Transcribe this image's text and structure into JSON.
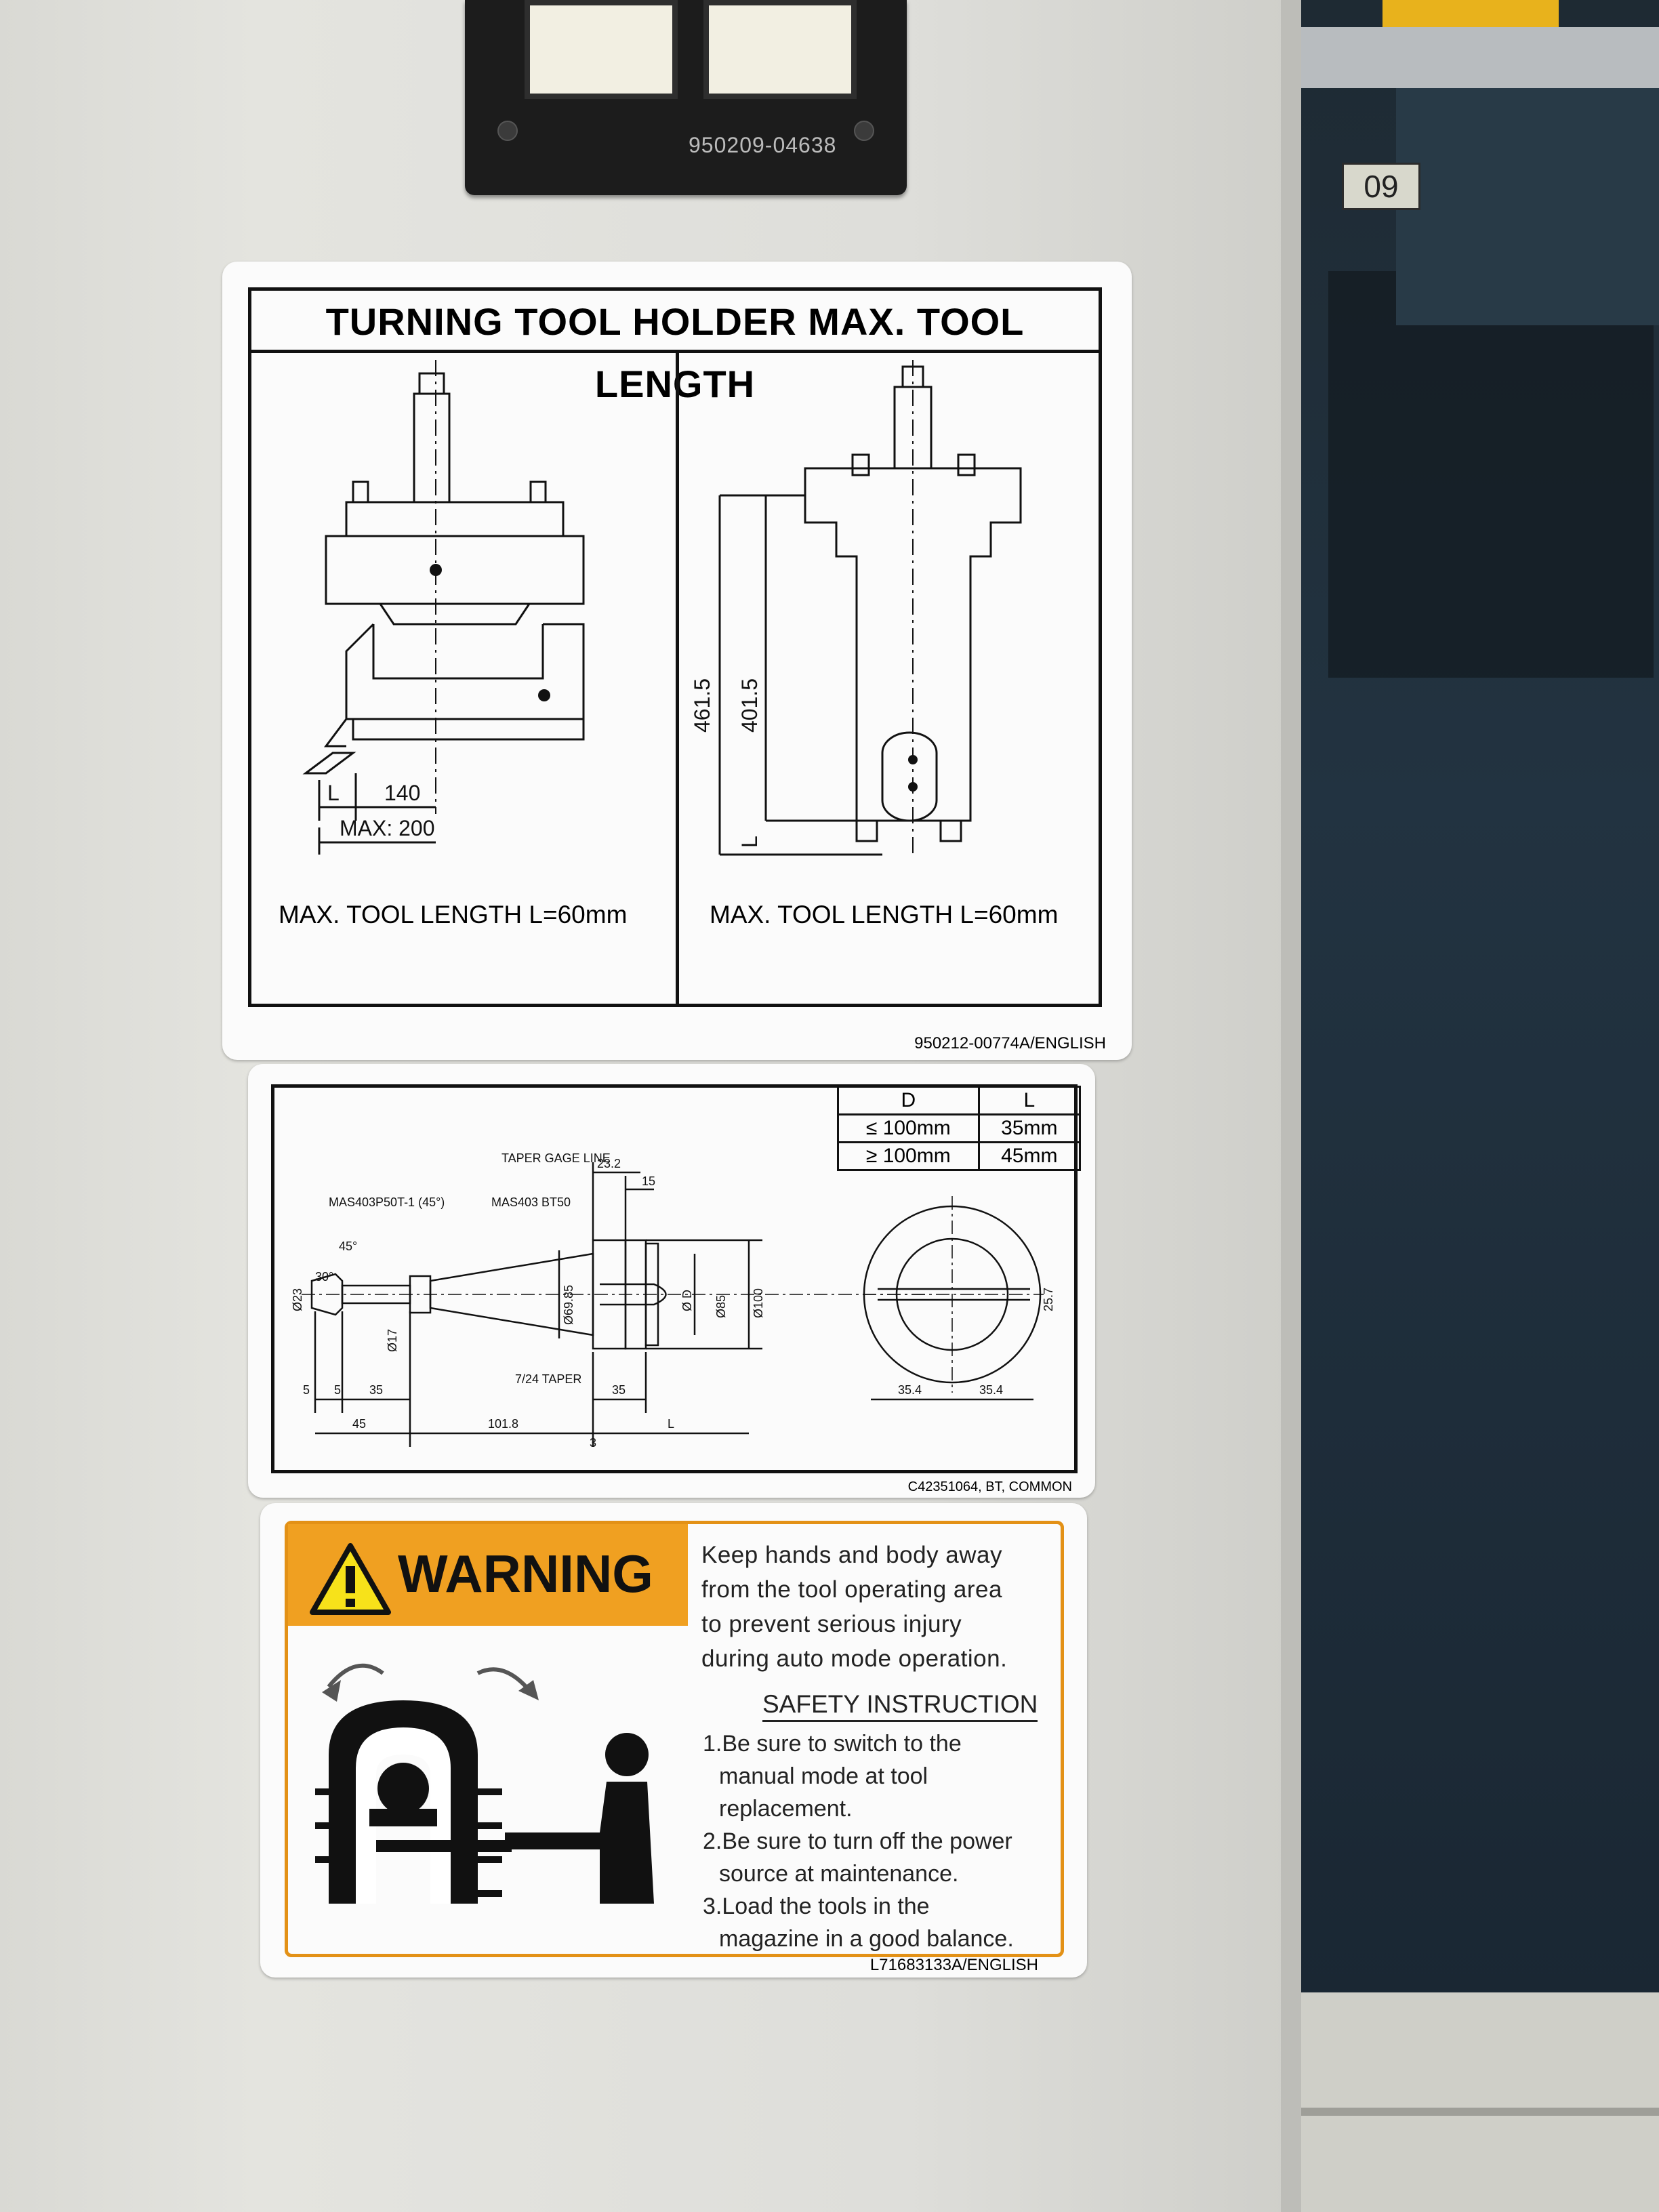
{
  "switch_plate": {
    "code": "950209-04638"
  },
  "cabinet": {
    "number_plate": "09"
  },
  "label_turning": {
    "title": "TURNING TOOL HOLDER MAX. TOOL LENGTH",
    "left": {
      "dim_l": "L",
      "dim_140": "140",
      "dim_max": "MAX: 200",
      "caption": "MAX. TOOL LENGTH  L=60mm"
    },
    "right": {
      "dim_461": "461.5",
      "dim_401": "401.5",
      "dim_l": "L",
      "caption": "MAX. TOOL LENGTH  L=60mm"
    },
    "code": "950212-00774A/ENGLISH"
  },
  "label_taper": {
    "table": {
      "headers": [
        "D",
        "L"
      ],
      "rows": [
        [
          "≤ 100mm",
          "35mm"
        ],
        [
          "≥ 100mm",
          "45mm"
        ]
      ]
    },
    "callouts": {
      "taper_gage_line": "TAPER GAGE LINE",
      "mas_pull": "MAS403P50T-1 (45°)",
      "mas_bt50": "MAS403 BT50",
      "taper": "7/24 TAPER",
      "a45": "45°",
      "a30": "30°",
      "d23": "Ø23",
      "d17": "Ø17",
      "d6985": "Ø69.85",
      "dD": "Ø D",
      "d85": "Ø85",
      "d100": "Ø100",
      "w232": "23.2",
      "w15": "15",
      "w5a": "5",
      "w5b": "5",
      "w35a": "35",
      "w45": "45",
      "w1018": "101.8",
      "w3": "3",
      "w35b": "35",
      "wL": "L",
      "w354a": "35.4",
      "w354b": "35.4",
      "w257": "25.7"
    },
    "code": "C42351064, BT, COMMON"
  },
  "label_warning": {
    "warning": "WARNING",
    "body": [
      "Keep hands and body away",
      "from the tool operating area",
      "to prevent serious injury",
      "during auto mode operation."
    ],
    "safety_heading": "SAFETY INSTRUCTION",
    "items": [
      [
        "1.Be sure to switch to the",
        "manual mode at tool",
        "replacement."
      ],
      [
        "2.Be sure to turn off the power",
        "source at maintenance."
      ],
      [
        "3.Load the tools in the",
        "magazine in a good balance."
      ]
    ],
    "code": "L71683133A/ENGLISH"
  },
  "colors": {
    "warning_orange": "#f0a021",
    "warning_border": "#e39116",
    "panel_gray": "#dededa",
    "cabinet_dark": "#1e2a33"
  }
}
